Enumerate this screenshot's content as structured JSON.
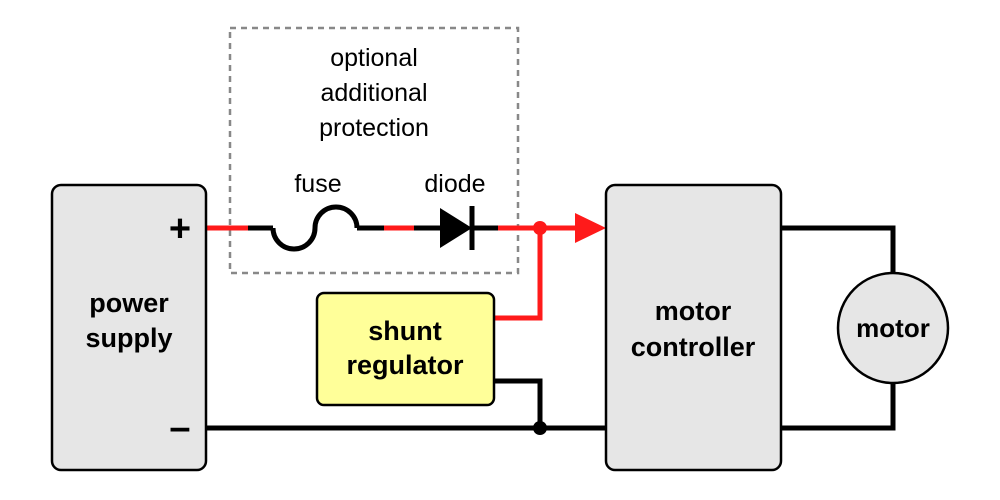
{
  "optional_box": {
    "label_lines": [
      "optional",
      "additional",
      "protection"
    ]
  },
  "components": {
    "fuse_label": "fuse",
    "diode_label": "diode",
    "power_supply_lines": [
      "power",
      "supply"
    ],
    "plus_sign": "+",
    "minus_sign": "–",
    "shunt_regulator_lines": [
      "shunt",
      "regulator"
    ],
    "motor_controller_lines": [
      "motor",
      "controller"
    ],
    "motor_label": "motor"
  },
  "colors": {
    "positive_wire": "#ff1a1a",
    "ground_wire": "#000000",
    "box_fill": "#e6e6e6",
    "shunt_fill": "#ffff99",
    "motor_fill": "#e6e6e6",
    "dashed_border": "#888888"
  }
}
